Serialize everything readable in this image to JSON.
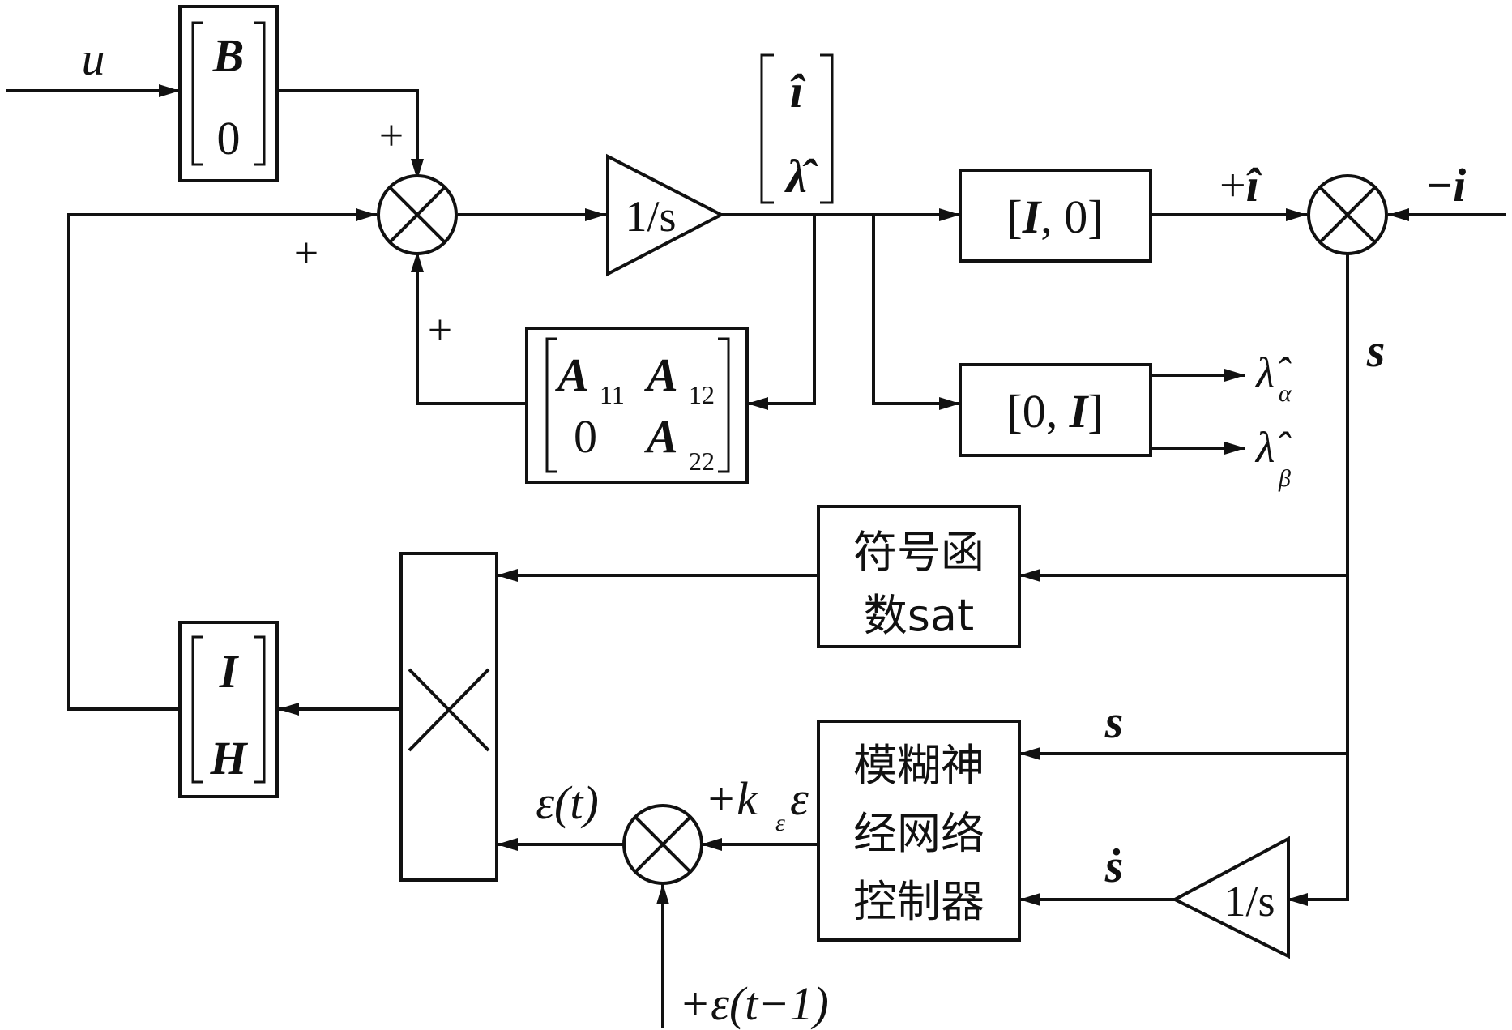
{
  "signals": {
    "u": "u",
    "plus": "+",
    "i_hat_sign": "+",
    "i_hat": "î",
    "minus_i_sign": "−",
    "minus_i": "i",
    "s": "s",
    "s2": "s",
    "s_dot": "ṡ",
    "lambda_alpha_main": "λ̂",
    "lambda_alpha_sub": "α",
    "lambda_beta_main": "λ̂",
    "lambda_beta_sub": "β",
    "eps_t": "ε(t)",
    "k_eps_plus": "+k",
    "k_eps_sub": "ε",
    "k_eps_var": "ε",
    "eps_prev": "+ε(t−1)"
  },
  "blocks": {
    "b_matrix": {
      "top": "B",
      "bottom": "0"
    },
    "state_vector": {
      "top": "î",
      "bottom": "λ̂"
    },
    "integrator": "1/s",
    "integrator2": "1/s",
    "i0_matrix": "[I, 0]",
    "i0_matrix_parts": {
      "open": "[",
      "I": "I",
      "rest": ", 0]"
    },
    "oi_matrix_parts": {
      "open": "[0, ",
      "I": "I",
      "close": "]"
    },
    "a_matrix": {
      "a11": "A",
      "a11_sub": "11",
      "a12": "A",
      "a12_sub": "12",
      "a21": "0",
      "a22": "A",
      "a22_sub": "22"
    },
    "sign_function": {
      "line1": "符号函",
      "line2": "数sat"
    },
    "fnn_controller": {
      "line1": "模糊神",
      "line2": "经网络",
      "line3": "控制器"
    },
    "ih_matrix": {
      "top": "I",
      "bottom": "H"
    }
  }
}
